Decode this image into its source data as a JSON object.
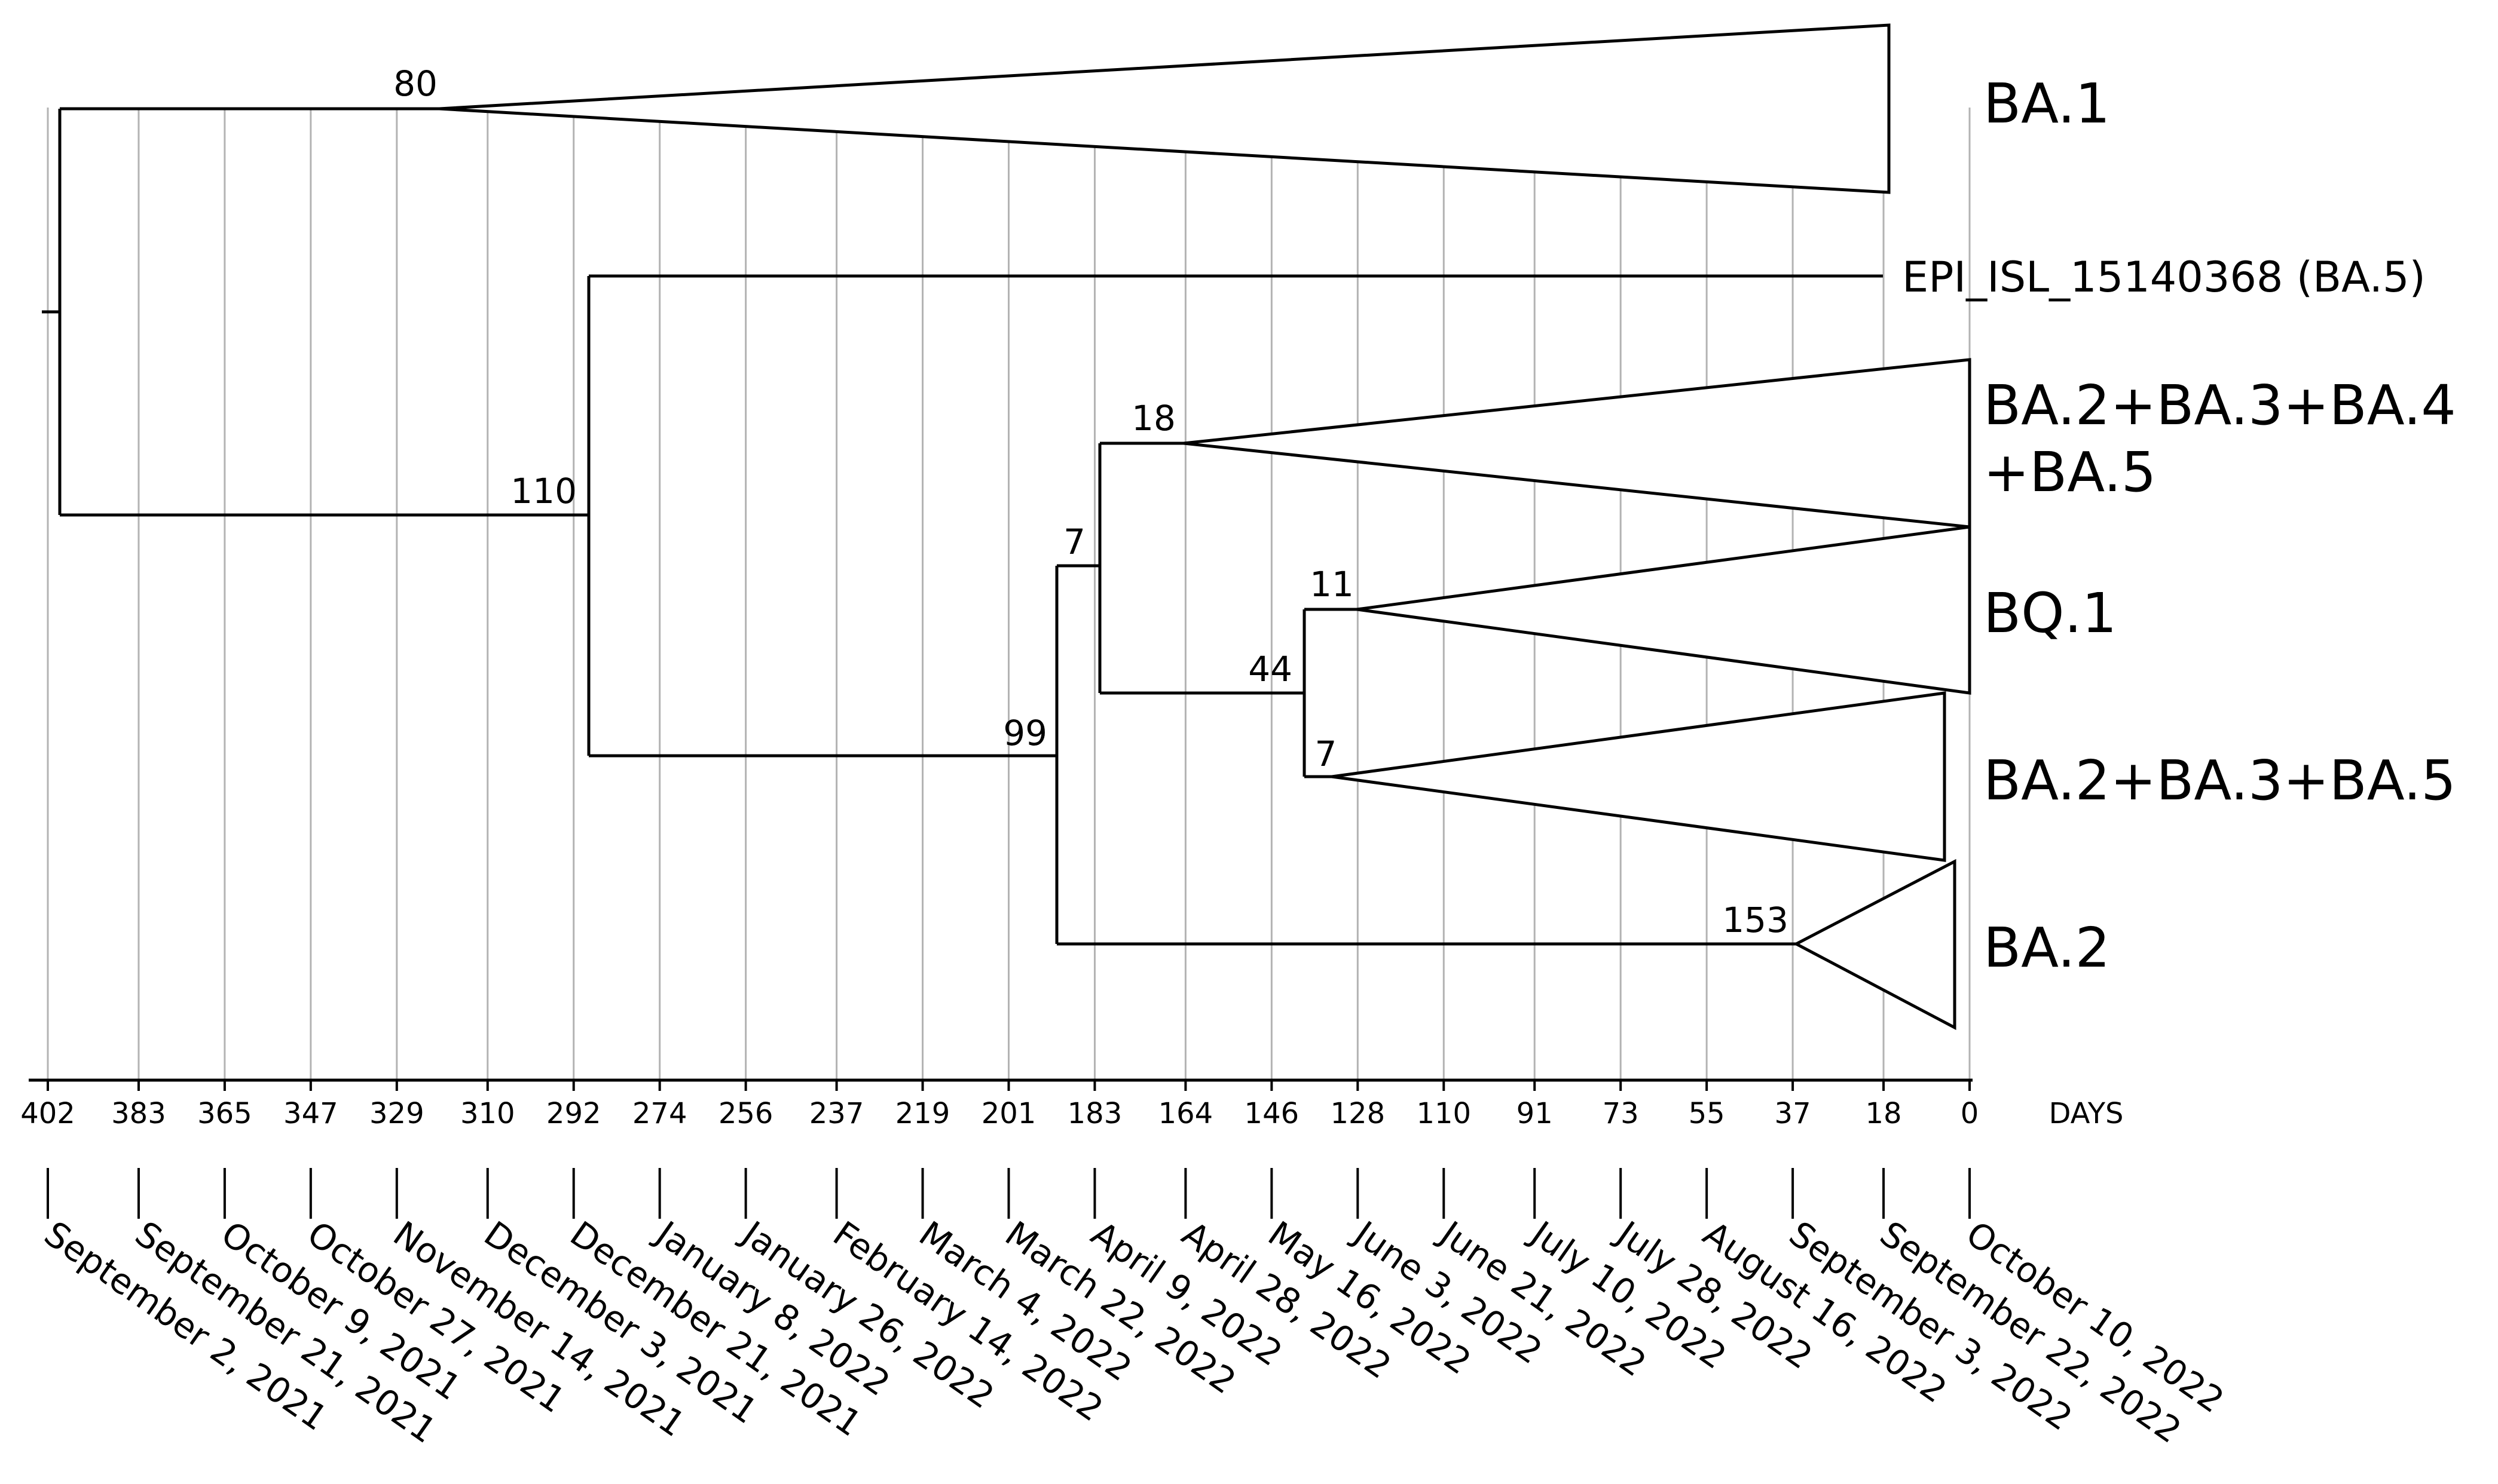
{
  "axis": {
    "unit_label": "DAYS",
    "ticks": [
      {
        "days": 402,
        "date": "September 2, 2021"
      },
      {
        "days": 383,
        "date": "September 21, 2021"
      },
      {
        "days": 365,
        "date": "October 9, 2021"
      },
      {
        "days": 347,
        "date": "October 27, 2021"
      },
      {
        "days": 329,
        "date": "November 14, 2021"
      },
      {
        "days": 310,
        "date": "December 3, 2021"
      },
      {
        "days": 292,
        "date": "December 21, 2021"
      },
      {
        "days": 274,
        "date": "January 8, 2022"
      },
      {
        "days": 256,
        "date": "January 26, 2022"
      },
      {
        "days": 237,
        "date": "February 14, 2022"
      },
      {
        "days": 219,
        "date": "March 4, 2022"
      },
      {
        "days": 201,
        "date": "March 22, 2022"
      },
      {
        "days": 183,
        "date": "April 9, 2022"
      },
      {
        "days": 164,
        "date": "April 28, 2022"
      },
      {
        "days": 146,
        "date": "May 16, 2022"
      },
      {
        "days": 128,
        "date": "June 3, 2022"
      },
      {
        "days": 110,
        "date": "June 21, 2022"
      },
      {
        "days": 91,
        "date": "July 10, 2022"
      },
      {
        "days": 73,
        "date": "July 28, 2022"
      },
      {
        "days": 55,
        "date": "August 16, 2022"
      },
      {
        "days": 37,
        "date": "September 3, 2022"
      },
      {
        "days": 18,
        "date": "September 22, 2022"
      },
      {
        "days": 0,
        "date": "October 10, 2022"
      }
    ]
  },
  "node_labels": {
    "ba1_clade": "80",
    "ba5_group": "110",
    "ba2_group": "99",
    "ba2345_group": "7",
    "ba2345_clade": "18",
    "bq_group": "44",
    "bq1_clade": "11",
    "ba235_clade": "7",
    "ba2_clade": "153"
  },
  "tips": {
    "ba1": "BA.1",
    "sequence": "EPI_ISL_15140368 (BA.5)",
    "ba2345_line1": "BA.2+BA.3+BA.4",
    "ba2345_line2": "+BA.5",
    "bq1": "BQ.1",
    "ba235": "BA.2+BA.3+BA.5",
    "ba2": "BA.2"
  }
}
